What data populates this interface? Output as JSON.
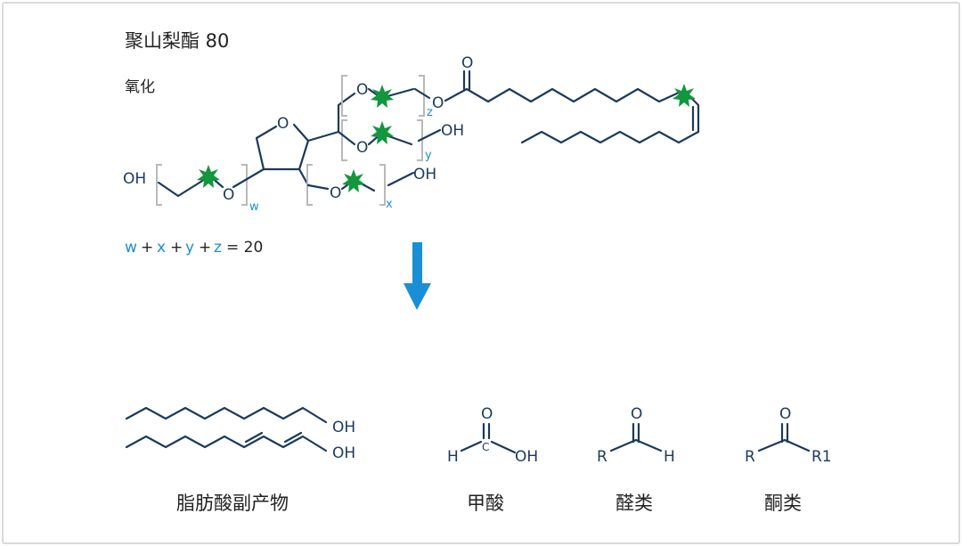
{
  "title": "聚山梨酯 80",
  "subtitle": "氧化",
  "equation": {
    "w": "w",
    "x": "x",
    "y": "y",
    "z": "z",
    "plus1": "+",
    "plus2": "+",
    "plus3": "+",
    "tail": "= 20"
  },
  "atoms": {
    "O": "O",
    "OH": "OH",
    "H": "H",
    "R": "R",
    "R1": "R1",
    "C": "C"
  },
  "indices": {
    "w": "w",
    "x": "x",
    "y": "y",
    "z": "z"
  },
  "products": {
    "fatty_acid": "脂肪酸副产物",
    "formic_acid": "甲酸",
    "aldehyde": "醛类",
    "ketone": "酮类"
  },
  "colors": {
    "accent": "#1a8fd6",
    "bond": "#1b3a5c",
    "oxidation_site": "#12963e",
    "bracket": "#b9b9b9"
  }
}
